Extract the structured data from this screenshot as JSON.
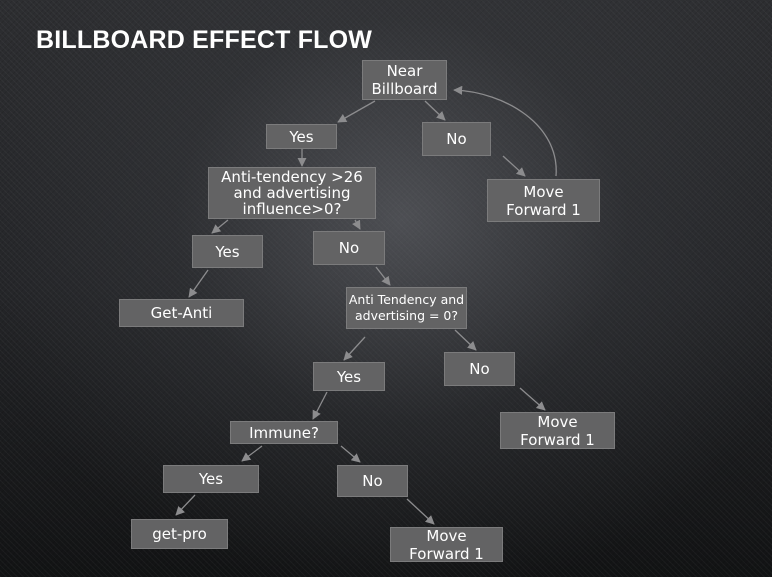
{
  "slide": {
    "title": "BILLBOARD EFFECT FLOW"
  },
  "nodes": {
    "near_billboard": "Near\nBillboard",
    "yes_1": "Yes",
    "no_1": "No",
    "move_forward_1": "Move\nForward 1",
    "anti_tendency_check": "Anti-tendency >26\nand advertising\ninfluence>0?",
    "yes_2": "Yes",
    "no_2": "No",
    "get_anti": "Get-Anti",
    "anti_zero_check": "Anti Tendency and\nadvertising = 0?",
    "yes_3": "Yes",
    "no_3": "No",
    "move_forward_2": "Move\nForward 1",
    "immune_check": "Immune?",
    "yes_4": "Yes",
    "no_4": "No",
    "get_pro": "get-pro",
    "move_forward_3": "Move\nForward 1"
  },
  "colors": {
    "node_fill": "#636364",
    "node_border": "#7b7b7c",
    "text": "#ffffff",
    "arrow": "#8c8c8e"
  }
}
